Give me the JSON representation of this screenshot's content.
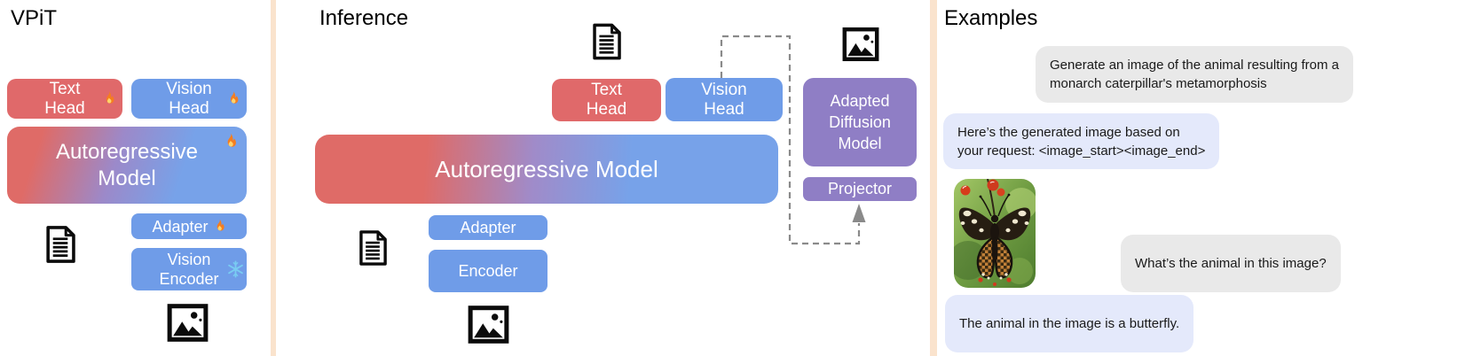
{
  "colors": {
    "red_box": "#e0696a",
    "blue_box": "#6f9ce8",
    "purple_box": "#8f7ec5",
    "divider": "#fae3cd",
    "user_bubble": "#e9e9e9",
    "assistant_bubble": "#e4e9fb",
    "dashed_connector": "#8a8a8a"
  },
  "vpit": {
    "title": "VPiT",
    "text_head": "Text\nHead",
    "vision_head": "Vision\nHead",
    "autoregressive": "Autoregressive\nModel",
    "adapter": "Adapter",
    "vision_encoder": "Vision\nEncoder"
  },
  "inference": {
    "title": "Inference",
    "text_head": "Text\nHead",
    "vision_head": "Vision\nHead",
    "autoregressive": "Autoregressive Model",
    "adapter": "Adapter",
    "encoder": "Encoder",
    "adapted_diffusion_model": "Adapted\nDiffusion\nModel",
    "projector": "Projector"
  },
  "examples": {
    "title": "Examples",
    "messages": [
      {
        "role": "user",
        "text": "Generate an image of the animal resulting from a\nmonarch caterpillar's metamorphosis"
      },
      {
        "role": "assistant",
        "text": "Here’s the generated image based on\nyour request: <image_start><image_end>"
      },
      {
        "role": "user",
        "text": "What’s the animal in this image?"
      },
      {
        "role": "assistant",
        "text": "The animal in the image is a butterfly."
      }
    ]
  },
  "icons": {
    "fire": "trainable (fire)",
    "snowflake": "frozen (snowflake)",
    "document": "text tokens",
    "image": "image tokens",
    "arrow": "to projector",
    "butterfly": "generated butterfly photo"
  }
}
